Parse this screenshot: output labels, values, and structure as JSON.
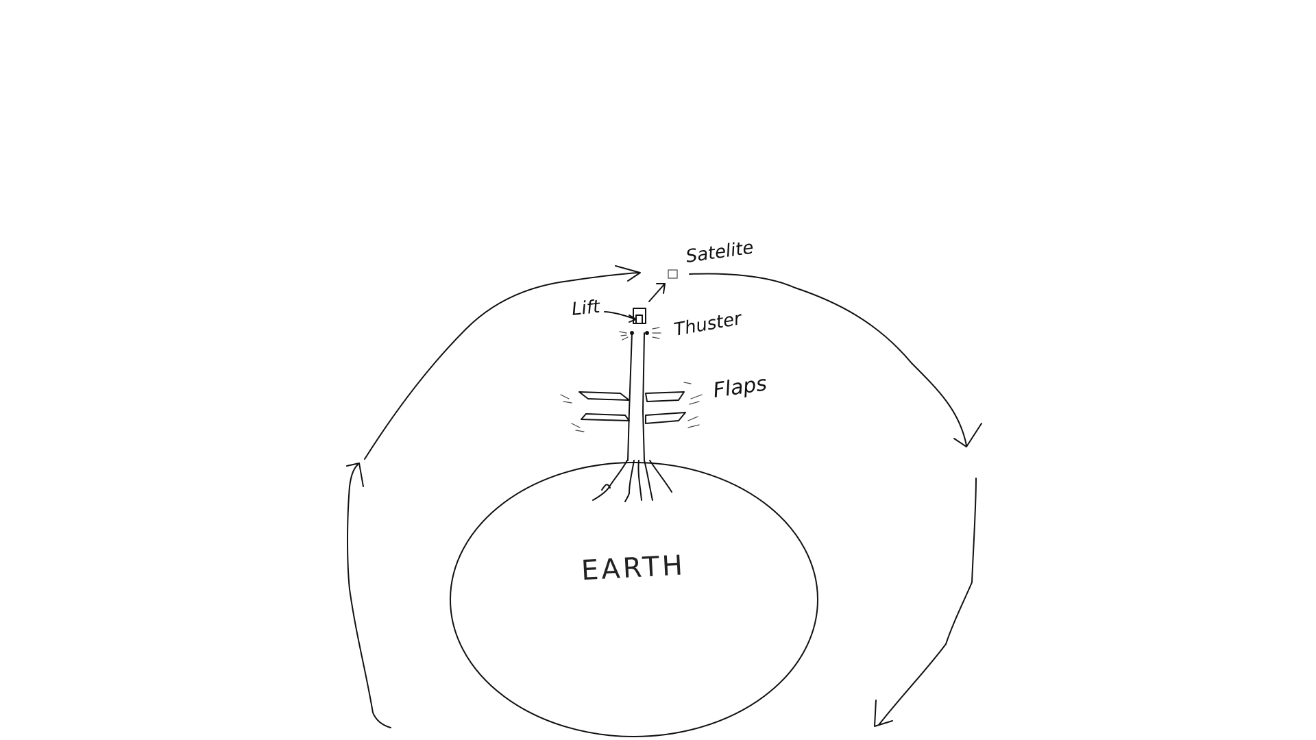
{
  "labels": {
    "satellite": "Satelite",
    "lift": "Lift",
    "thruster": "Thuster",
    "flaps": "Flaps",
    "earth": "EARTH"
  }
}
